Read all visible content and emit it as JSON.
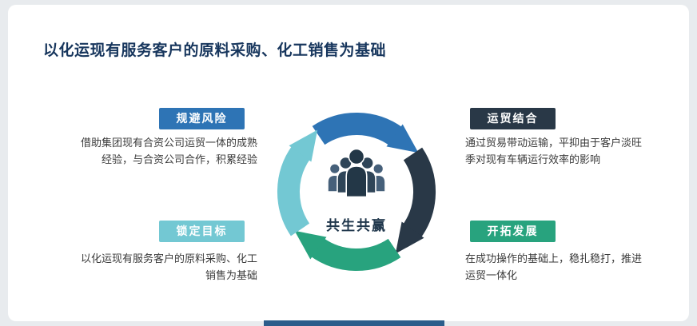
{
  "title": "以化运现有服务客户的原料采购、化工销售为基础",
  "center": {
    "label": "共生共赢",
    "icon": "people-group-icon"
  },
  "quadrants": [
    {
      "id": "risk-avoidance",
      "label": "规避风险",
      "color": "#2e74b5",
      "desc": "借助集团现有合资公司运贸一体的成熟经验，与合资公司合作，积累经验"
    },
    {
      "id": "transport-trade-combination",
      "label": "运贸结合",
      "color": "#293847",
      "desc": "通过贸易带动运输，平抑由于客户淡旺季对现有车辆运行效率的影响"
    },
    {
      "id": "target-locking",
      "label": "锁定目标",
      "color": "#73c8d3",
      "desc": "以化运现有服务客户的原料采购、化工销售为基础"
    },
    {
      "id": "expansion-development",
      "label": "开拓发展",
      "color": "#28a37e",
      "desc": "在成功操作的基础上，稳扎稳打，推进运贸一体化"
    }
  ],
  "colors": {
    "background": "#e8ebee",
    "card": "#ffffff",
    "title": "#17365d",
    "blue": "#2e74b5",
    "dark_navy": "#293847",
    "green": "#28a37e",
    "teal": "#73c8d3",
    "footer_bar": "#2b5d8b"
  }
}
